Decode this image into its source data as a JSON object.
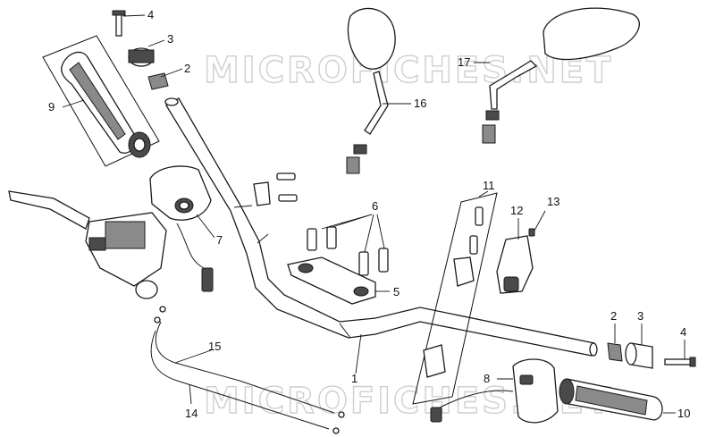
{
  "watermark": "MICROFICHES.NET",
  "callouts": [
    {
      "id": "c4a",
      "label": "4"
    },
    {
      "id": "c3a",
      "label": "3"
    },
    {
      "id": "c2a",
      "label": "2"
    },
    {
      "id": "c9",
      "label": "9"
    },
    {
      "id": "c16",
      "label": "16"
    },
    {
      "id": "c17",
      "label": "17"
    },
    {
      "id": "c7",
      "label": "7"
    },
    {
      "id": "c6",
      "label": "6"
    },
    {
      "id": "c11",
      "label": "11"
    },
    {
      "id": "c12",
      "label": "12"
    },
    {
      "id": "c13",
      "label": "13"
    },
    {
      "id": "c5",
      "label": "5"
    },
    {
      "id": "c2b",
      "label": "2"
    },
    {
      "id": "c3b",
      "label": "3"
    },
    {
      "id": "c4b",
      "label": "4"
    },
    {
      "id": "c15",
      "label": "15"
    },
    {
      "id": "c1",
      "label": "1"
    },
    {
      "id": "c8",
      "label": "8"
    },
    {
      "id": "c14",
      "label": "14"
    },
    {
      "id": "c10",
      "label": "10"
    }
  ]
}
